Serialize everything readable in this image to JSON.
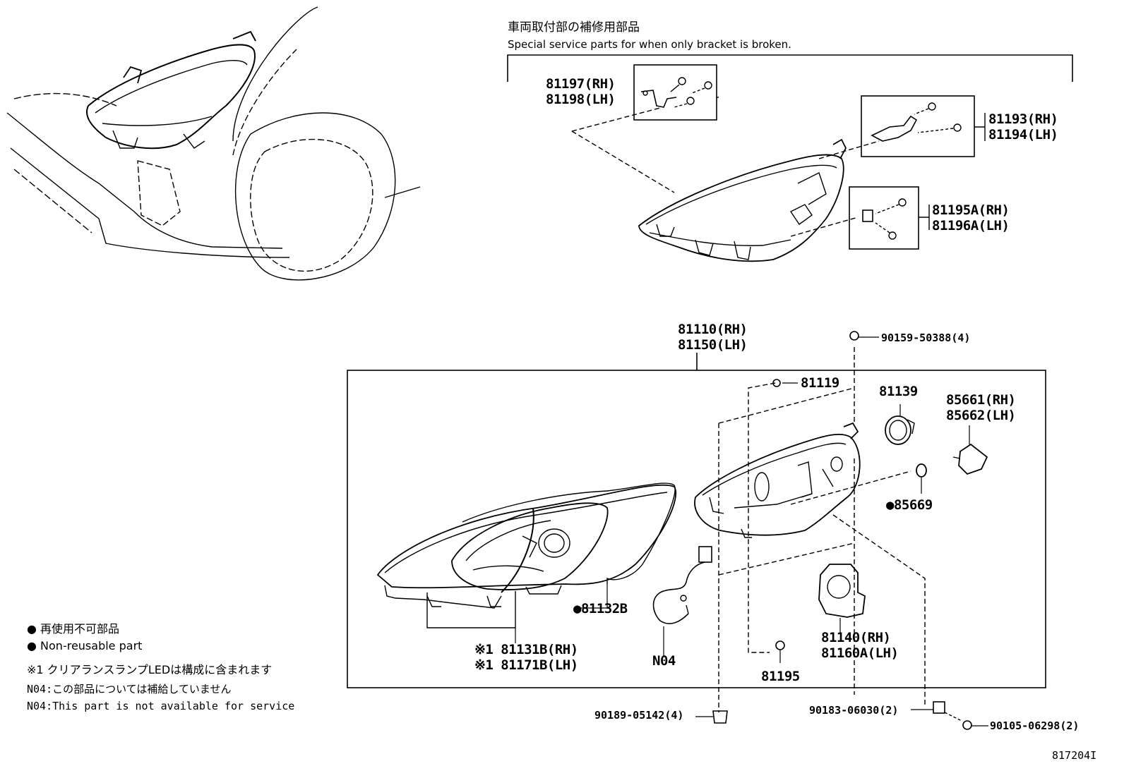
{
  "header": {
    "title_jp": "車両取付部の補修用部品",
    "title_en": "Special service parts for when only bracket is broken."
  },
  "parts": {
    "p81197": [
      "81197(RH)",
      "81198(LH)"
    ],
    "p81193": [
      "81193(RH)",
      "81194(LH)"
    ],
    "p81195A": [
      "81195A(RH)",
      "81196A(LH)"
    ],
    "p81110": [
      "81110(RH)",
      "81150(LH)"
    ],
    "p90159": "90159-50388(4)",
    "p81119": "81119",
    "p81139": "81139",
    "p85661": [
      "85661(RH)",
      "85662(LH)"
    ],
    "p85669": "●85669",
    "p81132B": "●81132B",
    "p81131B": [
      "※1 81131B(RH)",
      "※1 81171B(LH)"
    ],
    "pN04": "N04",
    "p81195": "81195",
    "p81140": [
      "81140(RH)",
      "81160A(LH)"
    ],
    "p90189": "90189-05142(4)",
    "p90183": "90183-06030(2)",
    "p90105": "90105-06298(2)"
  },
  "legend": {
    "nonreusable_jp": "● 再使用不可部品",
    "nonreusable_en": "● Non-reusable part",
    "note1_jp": "※1 クリアランスランプLEDは構成に含まれます",
    "n04_jp": "N04:この部品については補給していません",
    "n04_en": "N04:This part is not available for service"
  },
  "figure_id": "817204I"
}
